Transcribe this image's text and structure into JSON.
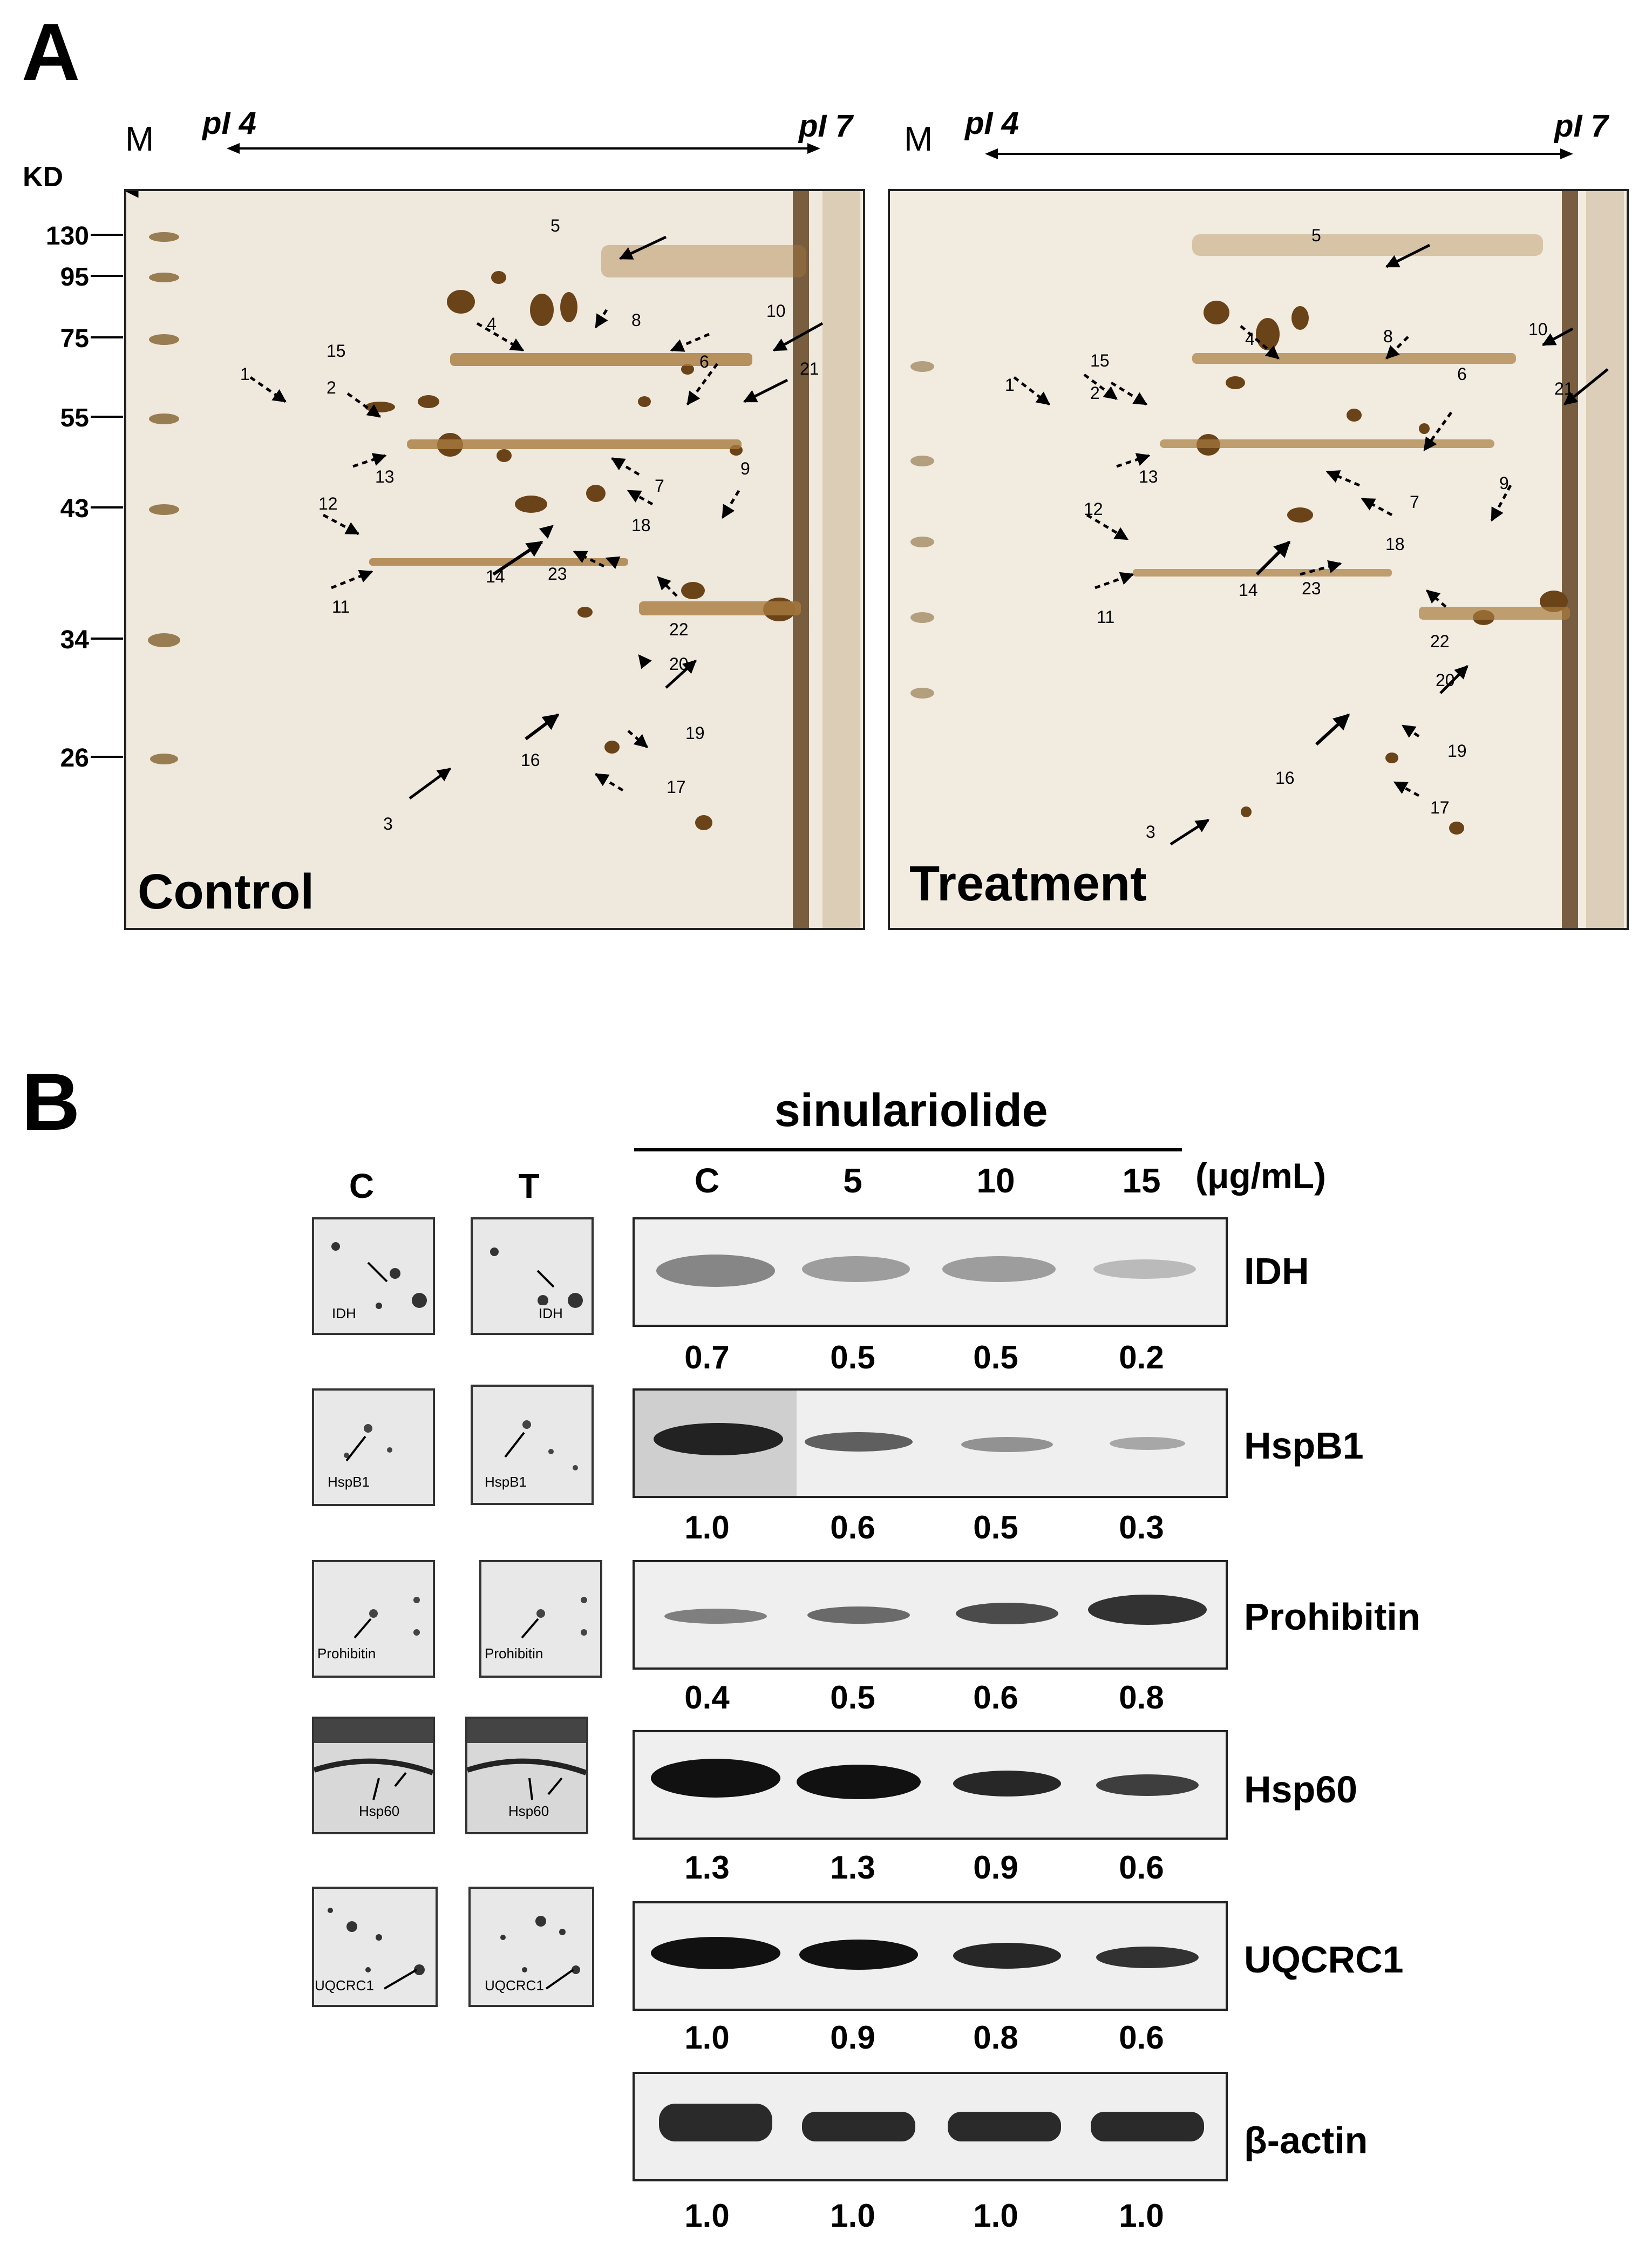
{
  "panel_a": {
    "letter": "A",
    "kd_label": "KD",
    "marker_label": "M",
    "pi_left": "pI 4",
    "pi_right": "pI 7",
    "mw_ticks": [
      "130",
      "95",
      "75",
      "55",
      "43",
      "34",
      "26"
    ],
    "control": {
      "caption": "Control",
      "spot_labels": [
        "1",
        "2",
        "3",
        "4",
        "5",
        "6",
        "7",
        "8",
        "9",
        "10",
        "11",
        "12",
        "13",
        "14",
        "15",
        "16",
        "17",
        "18",
        "19",
        "20",
        "21",
        "22",
        "23"
      ]
    },
    "treatment": {
      "caption": "Treatment",
      "spot_labels": [
        "1",
        "2",
        "3",
        "4",
        "5",
        "6",
        "7",
        "8",
        "9",
        "10",
        "11",
        "12",
        "13",
        "14",
        "15",
        "16",
        "17",
        "18",
        "19",
        "20",
        "21",
        "22",
        "23"
      ]
    }
  },
  "panel_b": {
    "letter": "B",
    "thumb_headers": [
      "C",
      "T"
    ],
    "treatment_name": "sinulariolide",
    "unit": "(μg/mL)",
    "doses": [
      "C",
      "5",
      "10",
      "15"
    ],
    "proteins": [
      {
        "name": "IDH",
        "values": [
          "0.7",
          "0.5",
          "0.5",
          "0.2"
        ],
        "thumb_label": "IDH"
      },
      {
        "name": "HspB1",
        "values": [
          "1.0",
          "0.6",
          "0.5",
          "0.3"
        ],
        "thumb_label": "HspB1"
      },
      {
        "name": "Prohibitin",
        "values": [
          "0.4",
          "0.5",
          "0.6",
          "0.8"
        ],
        "thumb_label": "Prohibitin"
      },
      {
        "name": "Hsp60",
        "values": [
          "1.3",
          "1.3",
          "0.9",
          "0.6"
        ],
        "thumb_label": "Hsp60"
      },
      {
        "name": "UQCRC1",
        "values": [
          "1.0",
          "0.9",
          "0.8",
          "0.6"
        ],
        "thumb_label": "UQCRC1"
      },
      {
        "name": "β-actin",
        "values": [
          "1.0",
          "1.0",
          "1.0",
          "1.0"
        ]
      }
    ]
  }
}
